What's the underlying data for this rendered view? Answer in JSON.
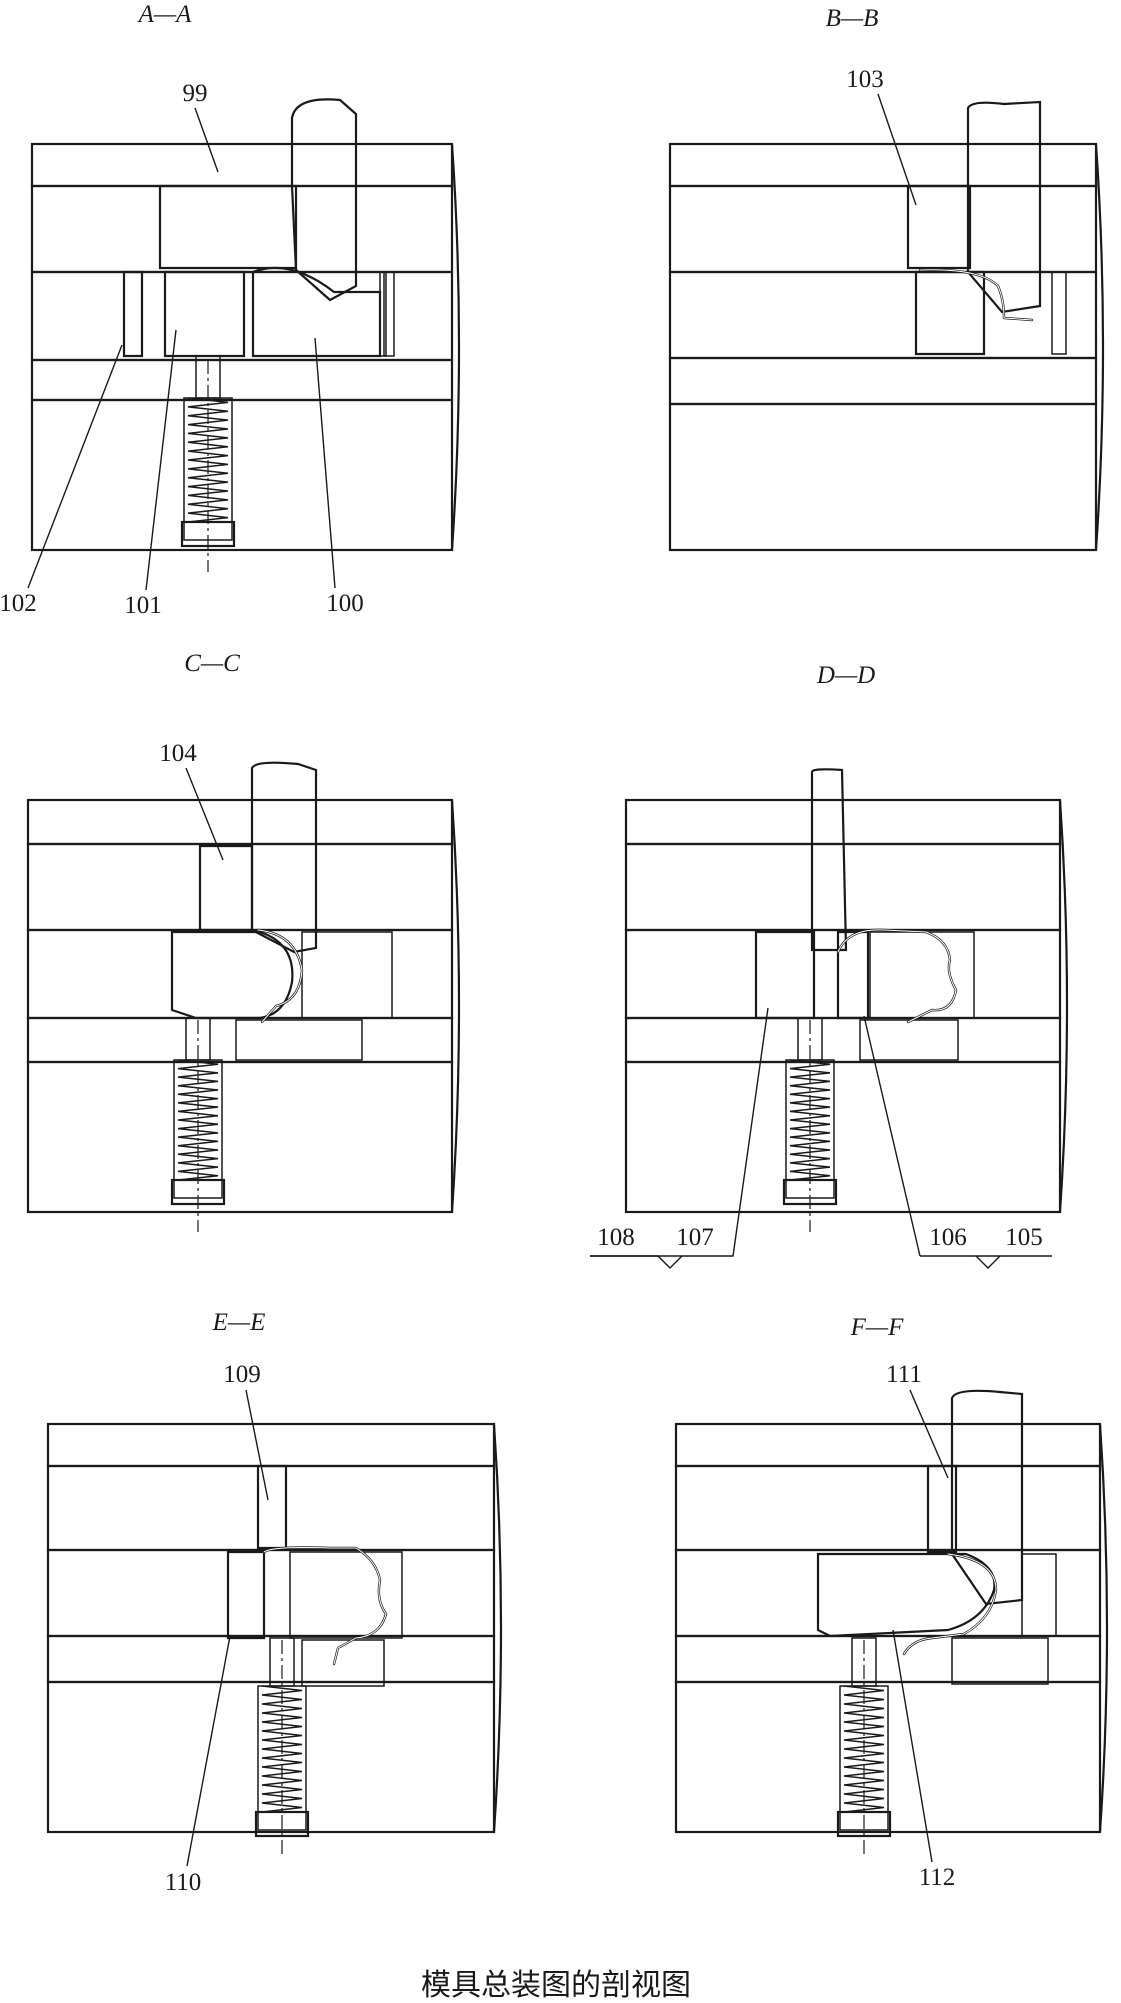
{
  "figure": {
    "caption": "模具总装图的剖视图",
    "sections": [
      {
        "key": "A",
        "title": "A—A",
        "labels": [
          "99",
          "102",
          "101",
          "100"
        ]
      },
      {
        "key": "B",
        "title": "B—B",
        "labels": [
          "103"
        ]
      },
      {
        "key": "C",
        "title": "C—C",
        "labels": [
          "104"
        ]
      },
      {
        "key": "D",
        "title": "D—D",
        "labels": [
          "108",
          "107",
          "106",
          "105"
        ]
      },
      {
        "key": "E",
        "title": "E—E",
        "labels": [
          "109",
          "110"
        ]
      },
      {
        "key": "F",
        "title": "F—F",
        "labels": [
          "111",
          "112"
        ]
      }
    ]
  },
  "colors": {
    "ink": "#1a1a1a",
    "paper": "#ffffff"
  }
}
